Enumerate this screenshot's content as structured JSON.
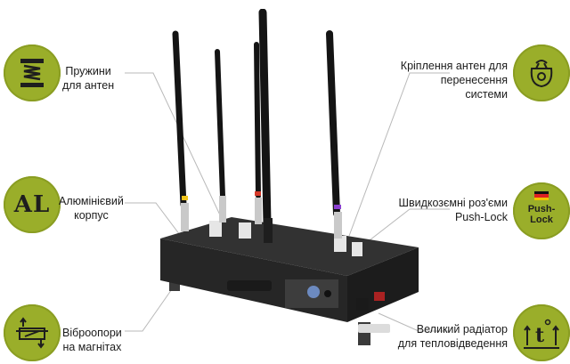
{
  "features": {
    "springs": {
      "line1": "Пружини",
      "line2": "для антен",
      "icon": "spring-icon"
    },
    "aluminum": {
      "line1": "Алюмінієвий",
      "line2": "корпус",
      "badge_text": "AL"
    },
    "vibration": {
      "line1": "Віброопори",
      "line2": "на магнітах",
      "icon": "vibration-mount-icon"
    },
    "antenna_mounts": {
      "line1": "Кріплення антен для",
      "line2": "перенесення",
      "line3": "системи",
      "icon": "bag-icon"
    },
    "push_lock": {
      "line1": "Швидкозємні роз'єми",
      "line2": "Push-Lock",
      "badge_line1": "Push-",
      "badge_line2": "Lock",
      "icon": "german-flag-icon"
    },
    "radiator": {
      "line1": "Великий радіатор",
      "line2": "для тепловідведення",
      "icon": "heat-radiator-icon"
    }
  },
  "colors": {
    "badge": "#9aae2a",
    "device_body": "#2b2b2b",
    "antenna": "#151515",
    "leader_line": "#b5b5b5"
  }
}
